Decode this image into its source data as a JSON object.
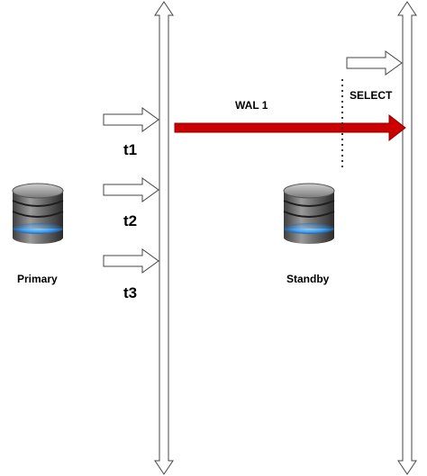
{
  "labels": {
    "t1": "t1",
    "t2": "t2",
    "t3": "t3",
    "primary": "Primary",
    "standby": "Standby",
    "wal": "WAL 1",
    "select": "SELECT"
  },
  "icons": {
    "primary": "database-icon",
    "standby": "database-icon"
  },
  "colors": {
    "wal_arrow_fill": "#cc0000",
    "wal_arrow_stroke": "#8b0000",
    "outline": "#444444",
    "db_glow": "#3fa9ff"
  }
}
